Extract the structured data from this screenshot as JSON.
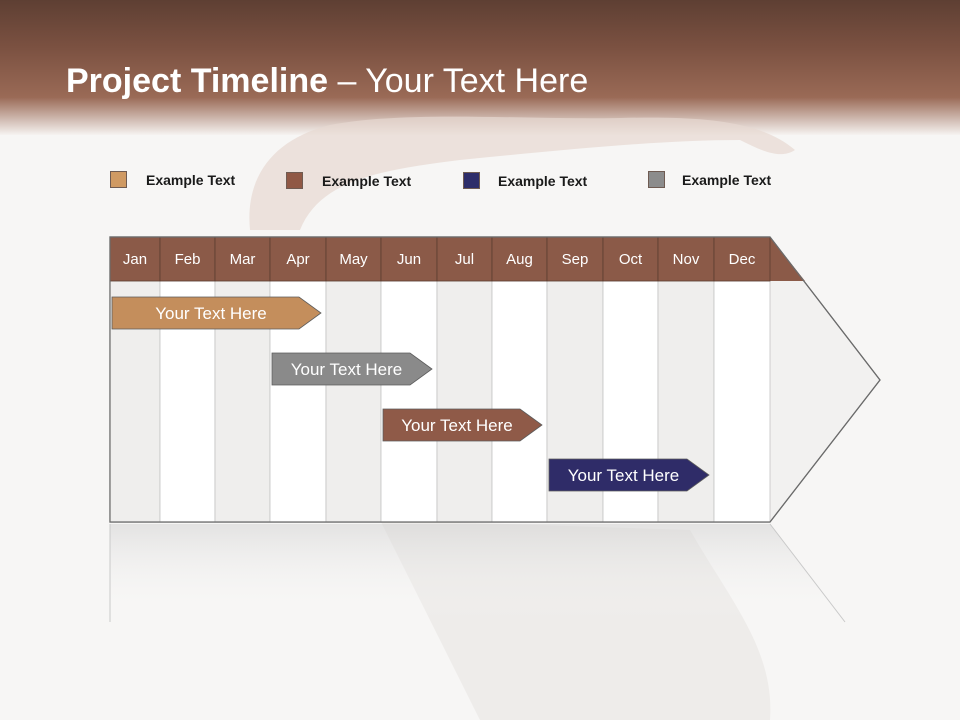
{
  "title": {
    "bold": "Project Timeline",
    "rest": " – Your Text Here"
  },
  "legend": [
    {
      "label": "Example Text",
      "color": "#d09a63"
    },
    {
      "label": "Example Text",
      "color": "#905845"
    },
    {
      "label": "Example Text",
      "color": "#2e2d6a"
    },
    {
      "label": "Example Text",
      "color": "#8c8c8c"
    }
  ],
  "months": [
    "Jan",
    "Feb",
    "Mar",
    "Apr",
    "May",
    "Jun",
    "Jul",
    "Aug",
    "Sep",
    "Oct",
    "Nov",
    "Dec"
  ],
  "colors": {
    "header_bar": "#8b5a48",
    "brand_brown": "#7b5141"
  },
  "tasks": [
    {
      "label": "Your  Text Here",
      "start_month": "Jan",
      "end_month": "Apr",
      "color": "#c48e5c"
    },
    {
      "label": "Your  Text Here",
      "start_month": "Apr",
      "end_month": "Jun",
      "color": "#8a8a8a"
    },
    {
      "label": "Your  Text Here",
      "start_month": "Jun",
      "end_month": "Aug",
      "color": "#8f5a48"
    },
    {
      "label": "Your  Text Here",
      "start_month": "Sep",
      "end_month": "Nov",
      "color": "#2f2c68"
    }
  ]
}
